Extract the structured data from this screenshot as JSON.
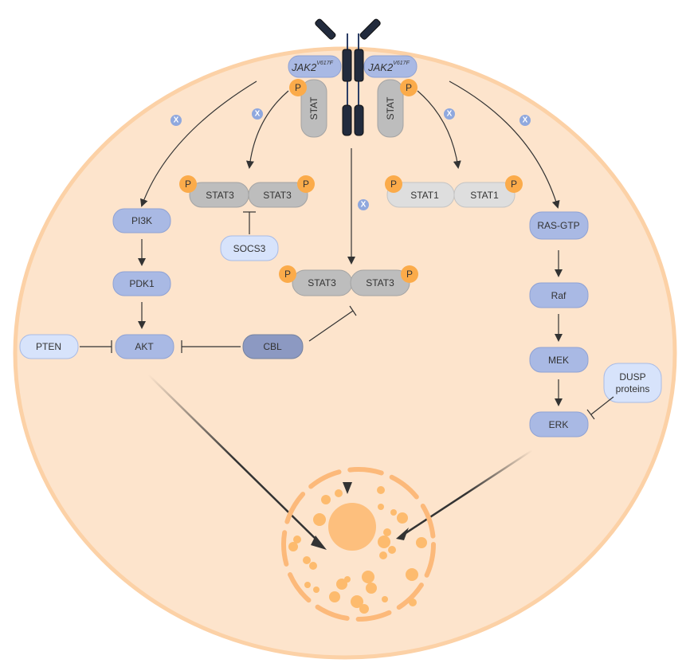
{
  "receptor": {
    "jak_left": "JAK2",
    "jak_right": "JAK2",
    "jak_superscript": "V617F",
    "stat_left": "STAT",
    "stat_right": "STAT"
  },
  "phospho_label": "P",
  "inhibit_badge": "X",
  "stat3_dimer_left": [
    "STAT3",
    "STAT3"
  ],
  "stat1_dimer": [
    "STAT1",
    "STAT1"
  ],
  "stat3_dimer_center": [
    "STAT3",
    "STAT3"
  ],
  "left_pathway": {
    "pi3k": "PI3K",
    "pdk1": "PDK1",
    "akt": "AKT",
    "pten": "PTEN",
    "cbl": "CBL"
  },
  "socs3": "SOCS3",
  "right_pathway": {
    "ras": "RAS-GTP",
    "raf": "Raf",
    "mek": "MEK",
    "erk": "ERK",
    "dusp_line1": "DUSP",
    "dusp_line2": "proteins"
  },
  "colors": {
    "cytoplasm": "#fde4cc",
    "membrane": "#fcd1a6",
    "nucleus": "#fdbf7d",
    "phospho": "#fbab4a",
    "kinase": "#a9b9e4",
    "receptor": "#222b3d"
  }
}
